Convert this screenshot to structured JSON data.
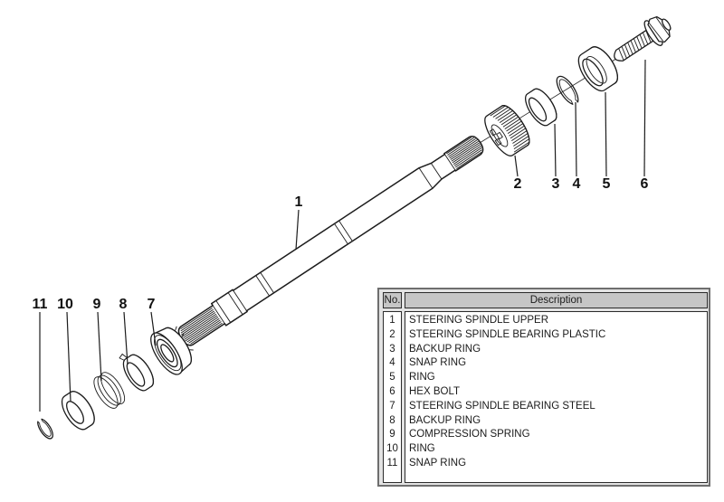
{
  "colors": {
    "background": "#ffffff",
    "line": "#1c1c1c",
    "table_panel_bg": "#e3e3e3",
    "table_header_bg": "#c6c6c6",
    "table_cell_bg": "#ffffff",
    "table_border": "#6e6e6e",
    "text": "#1b1b1b"
  },
  "diagram": {
    "callouts": [
      "1",
      "2",
      "3",
      "4",
      "5",
      "6",
      "7",
      "8",
      "9",
      "10",
      "11"
    ]
  },
  "table": {
    "headers": {
      "no": "No.",
      "description": "Description"
    },
    "rows": [
      {
        "no": "1",
        "description": "STEERING SPINDLE UPPER"
      },
      {
        "no": "2",
        "description": "STEERING SPINDLE BEARING PLASTIC"
      },
      {
        "no": "3",
        "description": "BACKUP RING"
      },
      {
        "no": "4",
        "description": "SNAP RING"
      },
      {
        "no": "5",
        "description": "RING"
      },
      {
        "no": "6",
        "description": "HEX BOLT"
      },
      {
        "no": "7",
        "description": "STEERING SPINDLE BEARING STEEL"
      },
      {
        "no": "8",
        "description": "BACKUP RING"
      },
      {
        "no": "9",
        "description": "COMPRESSION SPRING"
      },
      {
        "no": "10",
        "description": "RING"
      },
      {
        "no": "11",
        "description": "SNAP RING"
      }
    ]
  }
}
